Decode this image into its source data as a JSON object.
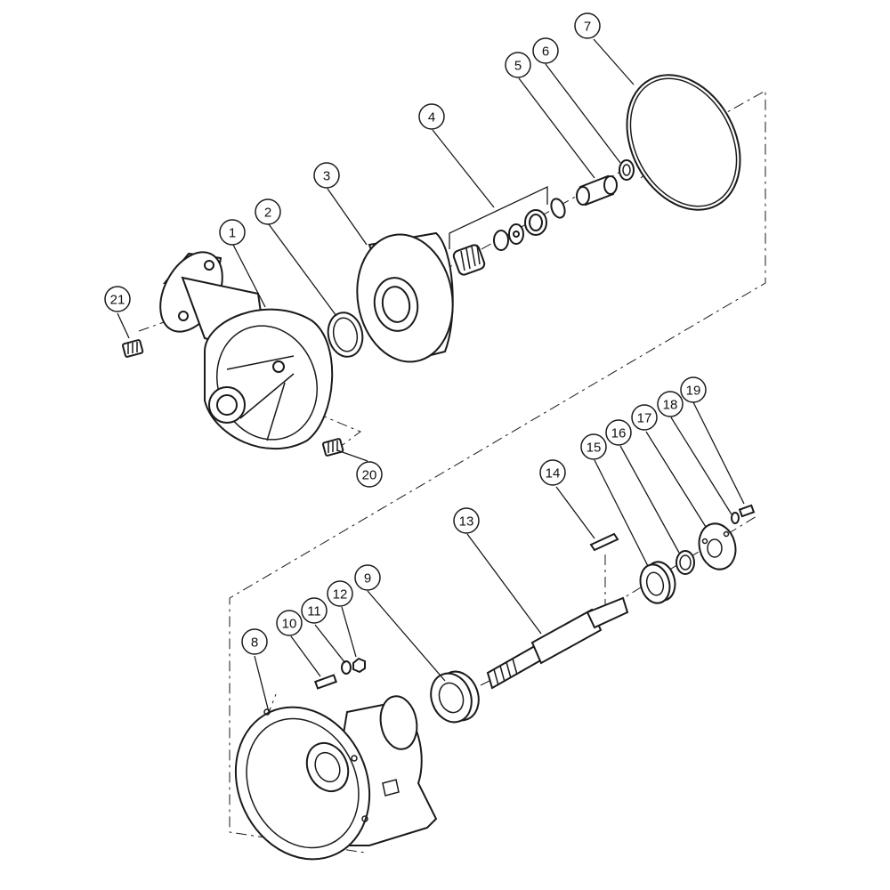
{
  "colors": {
    "highlight": "#fff200",
    "line": "#1a1a1a",
    "background": "#ffffff"
  },
  "highlighted_part": "3",
  "callouts": [
    {
      "id": "1",
      "label": "1"
    },
    {
      "id": "2",
      "label": "2"
    },
    {
      "id": "3",
      "label": "3"
    },
    {
      "id": "4",
      "label": "4"
    },
    {
      "id": "5",
      "label": "5"
    },
    {
      "id": "6",
      "label": "6"
    },
    {
      "id": "7",
      "label": "7"
    },
    {
      "id": "8",
      "label": "8"
    },
    {
      "id": "9",
      "label": "9"
    },
    {
      "id": "10",
      "label": "10"
    },
    {
      "id": "11",
      "label": "11"
    },
    {
      "id": "12",
      "label": "12"
    },
    {
      "id": "13",
      "label": "13"
    },
    {
      "id": "14",
      "label": "14"
    },
    {
      "id": "15",
      "label": "15"
    },
    {
      "id": "16",
      "label": "16"
    },
    {
      "id": "17",
      "label": "17"
    },
    {
      "id": "18",
      "label": "18"
    },
    {
      "id": "19",
      "label": "19"
    },
    {
      "id": "20",
      "label": "20"
    },
    {
      "id": "21",
      "label": "21"
    }
  ]
}
